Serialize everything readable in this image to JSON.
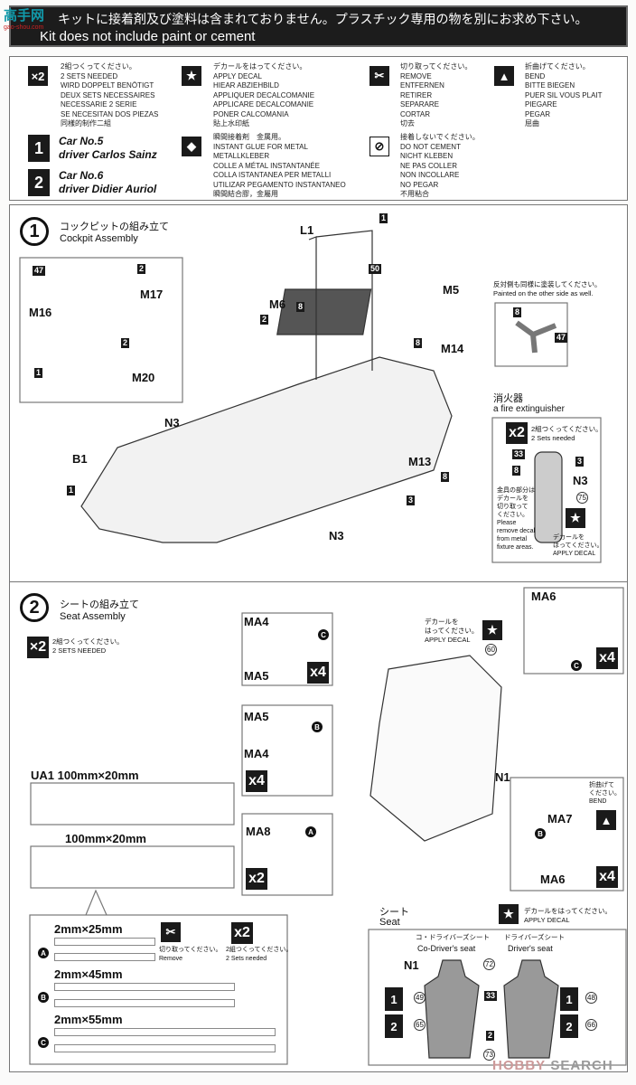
{
  "header": {
    "jp": "キットに接着剤及び塗料は含まれておりません。プラスチック専用の物を別にお求め下さい。",
    "en": "Kit does not include paint or cement",
    "logo": "高手网",
    "logo_sub": "gao-shou.com"
  },
  "legend": {
    "x2": {
      "icon": "x2",
      "text": "2組つくってください。\n2 SETS NEEDED\nWIRD DOPPELT BENÖTIGT\nDEUX SETS NECESSAIRES\nNECESSARIE 2 SERIE\nSE NECESITAN DOS PIEZAS\n同樣的制作二組"
    },
    "decal": {
      "icon": "star",
      "text": "デカールをはってください。\nAPPLY DECAL\nHIEAR ABZIEHBILD\nAPPLIQUER DECALCOMANIE\nAPPLICARE DECALCOMANIE\nPONER CALCOMANIA\n貼上水印紙"
    },
    "remove": {
      "icon": "cut",
      "text": "切り取ってください。\nREMOVE\nENTFERNEN\nRETIRER\nSEPARARE\nCORTAR\n切去"
    },
    "bend": {
      "icon": "bend-arrow",
      "text": "折曲げてください。\nBEND\nBITTE BIEGEN\nPUER SIL VOUS PLAIT\nPIEGARE\nPEGAR\n屈曲"
    },
    "car1": {
      "num": "1",
      "text": "Car No.5\ndriver Carlos Sainz"
    },
    "car2": {
      "num": "2",
      "text": "Car No.6\ndriver Didier Auriol"
    },
    "glue": {
      "icon": "diamond",
      "text": "瞬間接着剤　金属用。\nINSTANT GLUE FOR METAL\nMETALLKLEBER\nCOLLE A MÉTAL INSTANTANÉE\nCOLLA ISTANTANEA PER METALLI\nUTILIZAR PEGAMENTO INSTANTANEO\n瞬間結合膠，金屬用"
    },
    "nocement": {
      "icon": "no-cement",
      "text": "接着しないでください。\nDO NOT CEMENT\nNICHT KLEBEN\nNE PAS COLLER\nNON INCOLLARE\nNO PEGAR\n不用粘合"
    }
  },
  "step1": {
    "num": "1",
    "title_jp": "コックピットの組み立て",
    "title_en": "Cockpit Assembly",
    "parts": [
      "L1",
      "1",
      "50",
      "M5",
      "M6",
      "8",
      "2",
      "8",
      "M14",
      "47",
      "2",
      "M17",
      "M16",
      "2",
      "1",
      "M20",
      "N3",
      "B1",
      "1",
      "M13",
      "8",
      "3",
      "N3"
    ],
    "paint_note": "反対側も同様に塗装してください。\nPainted on the other side as well.",
    "paint_parts": [
      "8",
      "47"
    ],
    "extinguisher": {
      "title_jp": "消火器",
      "title_en": "a fire extinguisher",
      "x2": "x2",
      "x2_text": "2組つくってください。\n2 Sets needed",
      "parts": [
        "33",
        "3",
        "8",
        "N3",
        "75"
      ],
      "note": "金具の部分は\nデカールを\n切り取って\nください。\nPlease\nremove decal\nfrom metal\nfixture areas.",
      "decal": "デカールを\nはってください。\nAPPLY DECAL"
    }
  },
  "step2": {
    "num": "2",
    "title_jp": "シートの組み立て",
    "title_en": "Seat Assembly",
    "x2_text": "2組つくってください。\n2 SETS NEEDED",
    "box_a": {
      "parts": [
        "MA4",
        "C",
        "MA5"
      ],
      "mult": "x4"
    },
    "box_b": {
      "parts": [
        "MA5",
        "B",
        "MA4"
      ],
      "mult": "x4"
    },
    "box_c": {
      "parts": [
        "MA8",
        "A"
      ],
      "mult": "x2"
    },
    "box_d": {
      "parts": [
        "MA6",
        "C"
      ],
      "mult": "x4"
    },
    "box_e": {
      "parts": [
        "MA7",
        "B",
        "MA6"
      ],
      "bend": "折曲げて\nください。\nBEND",
      "mult": "x4"
    },
    "decal_note": "デカールを\nはってください。\nAPPLY DECAL",
    "decal_num": "60",
    "seat_part": "N1",
    "ua1": {
      "label1": "UA1  100mm×20mm",
      "label2": "100mm×20mm",
      "strips": [
        {
          "id": "A",
          "size": "2mm×25mm"
        },
        {
          "id": "B",
          "size": "2mm×45mm"
        },
        {
          "id": "C",
          "size": "2mm×55mm"
        }
      ],
      "remove": "切り取ってください。\nRemove",
      "sets": "2組つくってください。\n2 Sets needed",
      "x2": "x2"
    },
    "seat": {
      "title_jp": "シート",
      "title_en": "Seat",
      "decal": "デカールをはってください。\nAPPLY DECAL",
      "co_jp": "コ・ドライバーズシート",
      "co_en": "Co-Driver's seat",
      "dr_jp": "ドライバーズシート",
      "dr_en": "Driver's seat",
      "part": "N1",
      "nums": [
        "72",
        "49",
        "65",
        "33",
        "2",
        "73",
        "48",
        "66"
      ],
      "car_nums": [
        "1",
        "2"
      ]
    }
  },
  "watermark": {
    "brand": "HOBBY",
    "rest": " SEARCH"
  }
}
